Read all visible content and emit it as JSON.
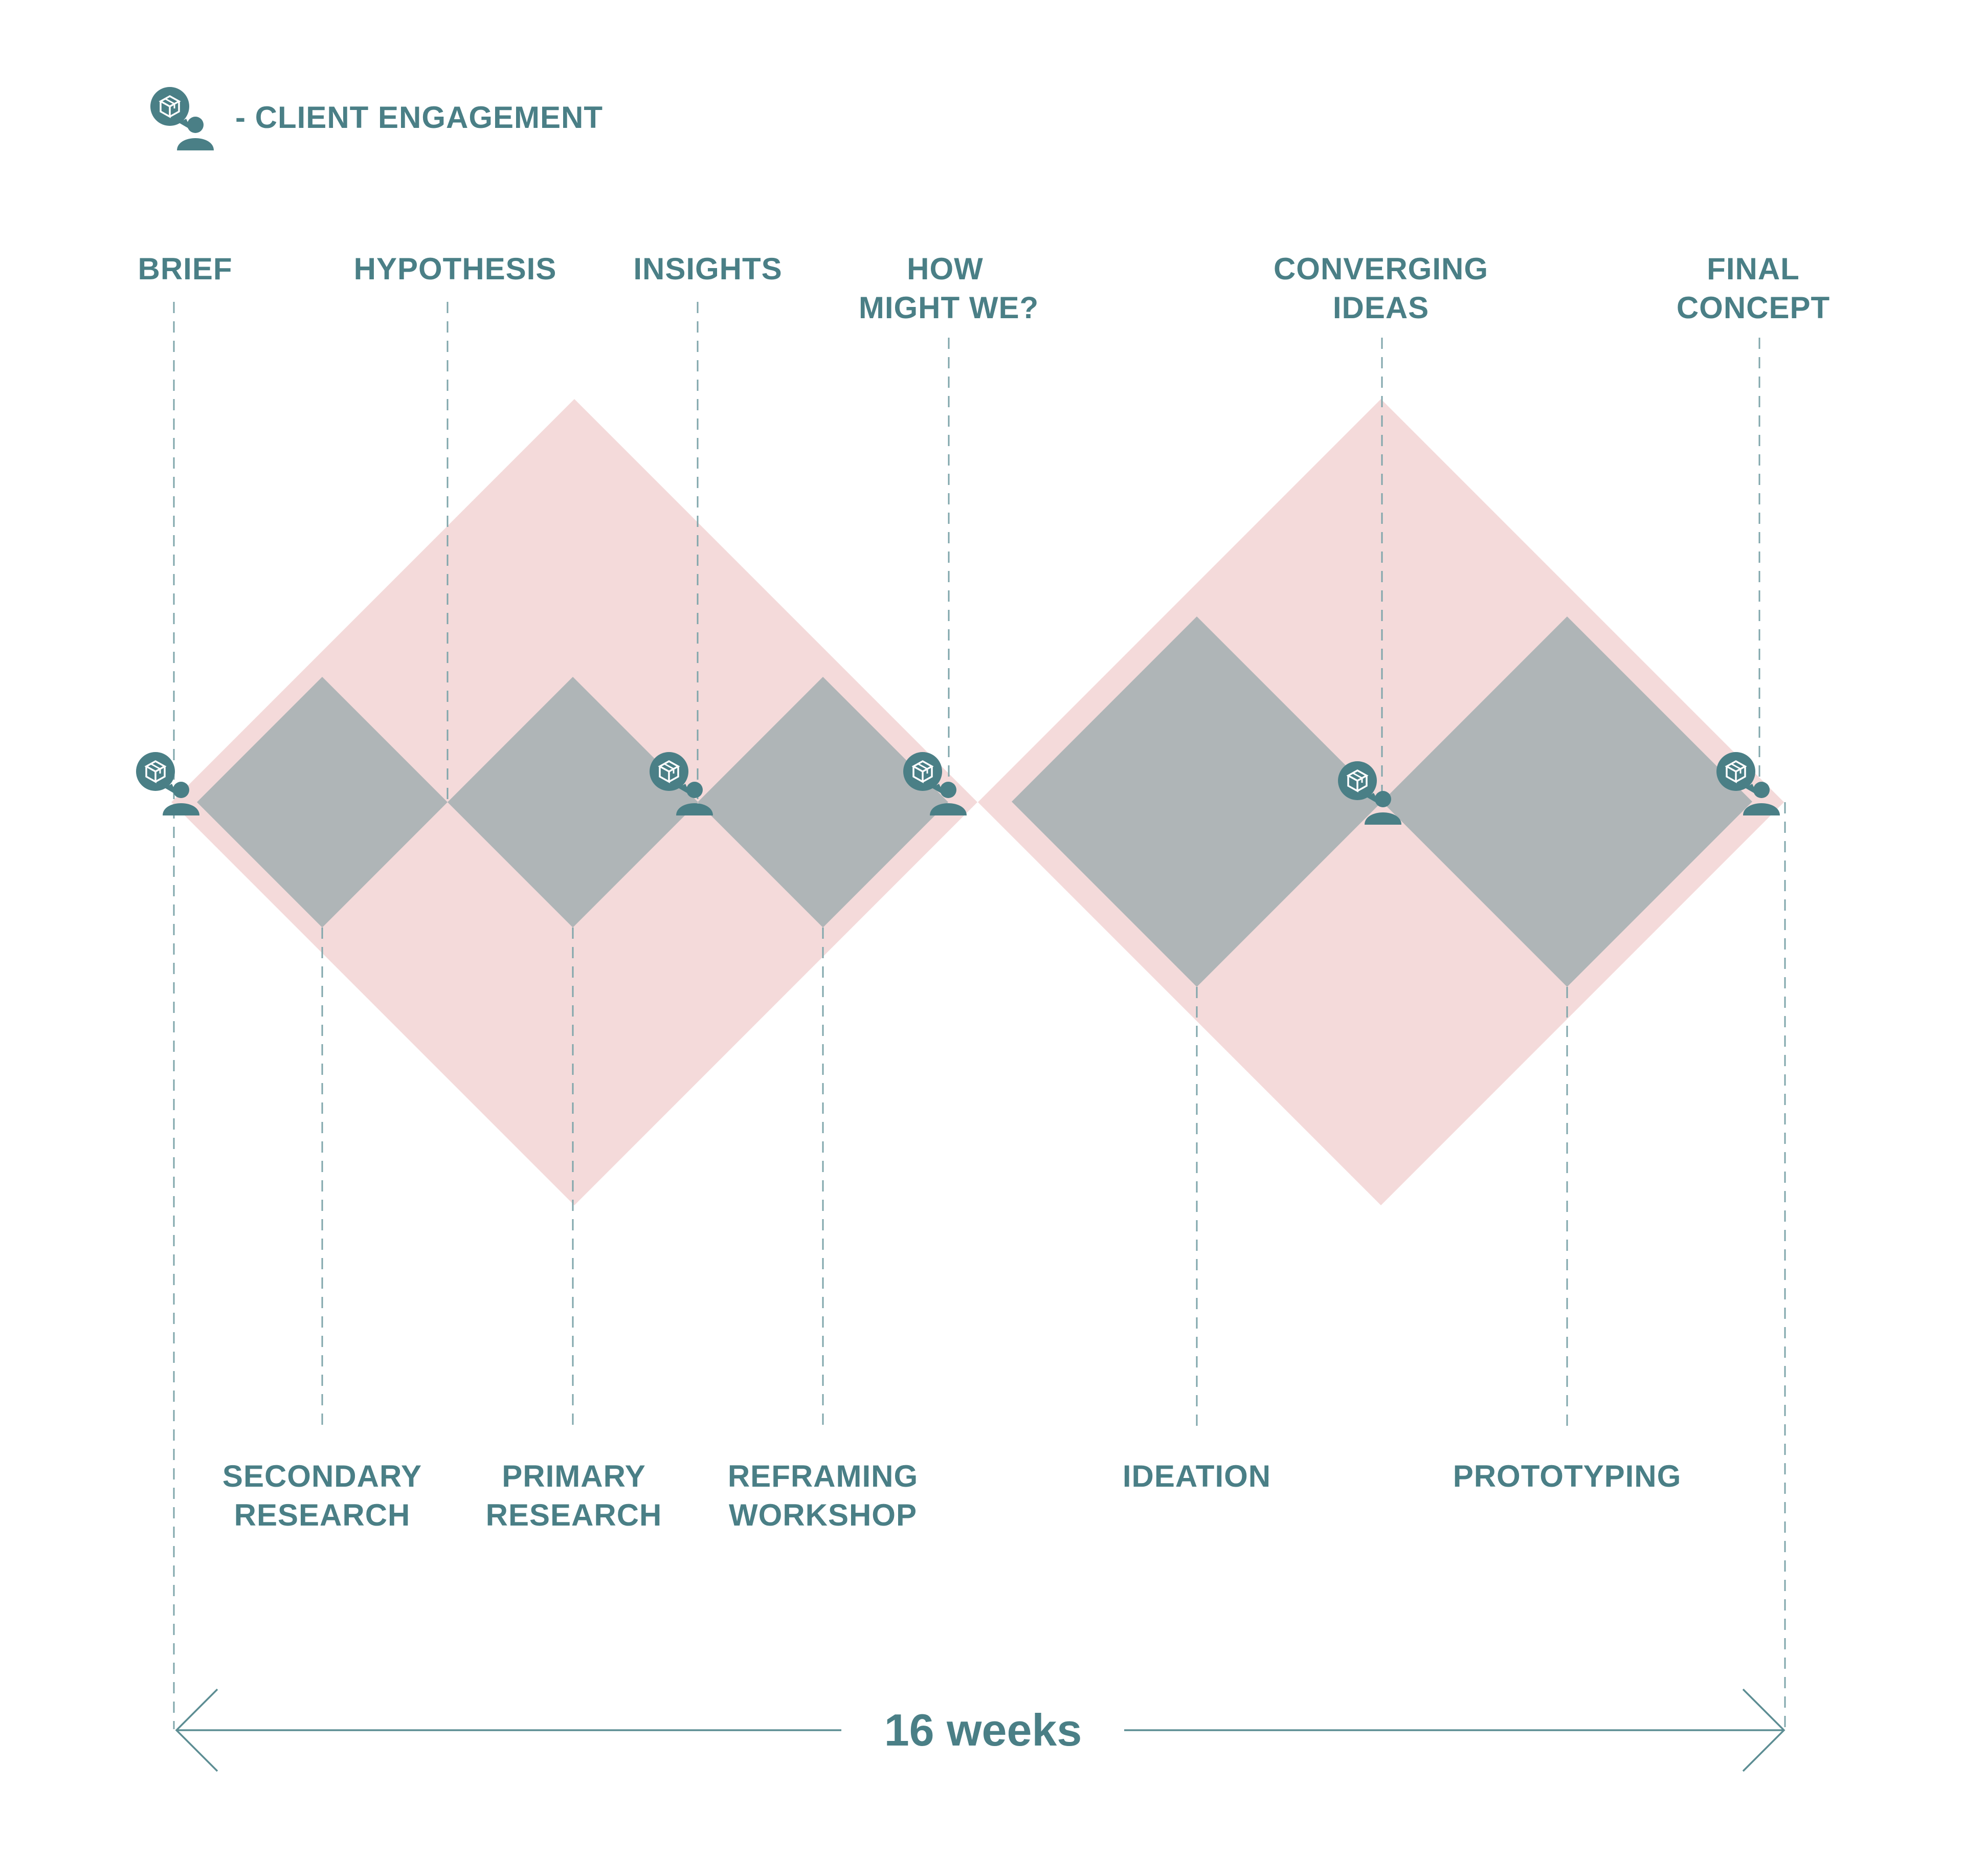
{
  "legend": {
    "label": "- CLIENT ENGAGEMENT",
    "icon": "client-engagement-icon"
  },
  "top_labels": [
    {
      "id": "brief",
      "lines": [
        "BRIEF"
      ]
    },
    {
      "id": "hypothesis",
      "lines": [
        "HYPOTHESIS"
      ]
    },
    {
      "id": "insights",
      "lines": [
        "INSIGHTS"
      ]
    },
    {
      "id": "how-might-we",
      "lines": [
        "HOW",
        "MIGHT WE?"
      ]
    },
    {
      "id": "converging-ideas",
      "lines": [
        "CONVERGING",
        "IDEAS"
      ]
    },
    {
      "id": "final-concept",
      "lines": [
        "FINAL",
        "CONCEPT"
      ]
    }
  ],
  "bottom_labels": [
    {
      "id": "secondary-research",
      "lines": [
        "SECONDARY",
        "RESEARCH"
      ]
    },
    {
      "id": "primary-research",
      "lines": [
        "PRIMARY",
        "RESEARCH"
      ]
    },
    {
      "id": "reframing-workshop",
      "lines": [
        "REFRAMING",
        "WORKSHOP"
      ]
    },
    {
      "id": "ideation",
      "lines": [
        "IDEATION"
      ]
    },
    {
      "id": "prototyping",
      "lines": [
        "PROTOTYPING"
      ]
    }
  ],
  "duration": "16 weeks",
  "colors": {
    "accent": "#4a7f86",
    "pink": "#f4dada",
    "gray": "#afb5b7",
    "line": "#7fa6ab"
  }
}
